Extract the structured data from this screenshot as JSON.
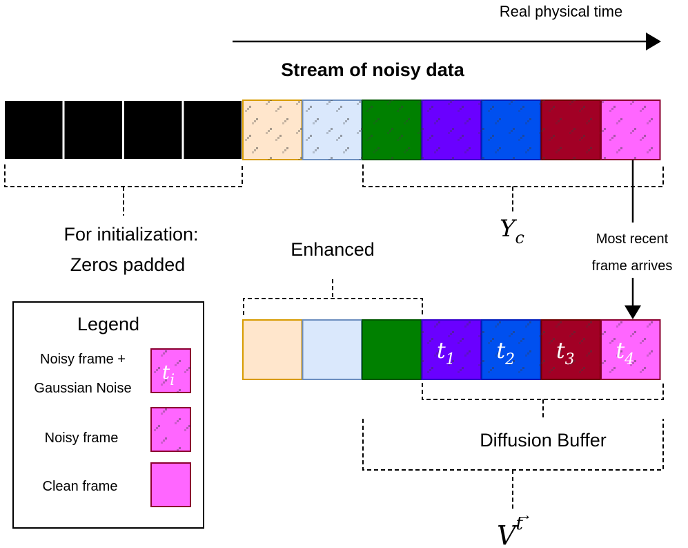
{
  "time_axis": {
    "label": "Real physical time"
  },
  "stream": {
    "title": "Stream of noisy data",
    "frames": [
      {
        "kind": "zero",
        "fill": "#000000",
        "stroke": "#000000"
      },
      {
        "kind": "zero",
        "fill": "#000000",
        "stroke": "#000000"
      },
      {
        "kind": "zero",
        "fill": "#000000",
        "stroke": "#000000"
      },
      {
        "kind": "zero",
        "fill": "#000000",
        "stroke": "#000000"
      },
      {
        "kind": "noisy",
        "fill": "#ffe6cc",
        "stroke": "#d79b00"
      },
      {
        "kind": "noisy",
        "fill": "#dae8fc",
        "stroke": "#6c8ebf"
      },
      {
        "kind": "noisy",
        "fill": "#008000",
        "stroke": "#005700"
      },
      {
        "kind": "noisy",
        "fill": "#6a00ff",
        "stroke": "#3700cc"
      },
      {
        "kind": "noisy",
        "fill": "#0050ef",
        "stroke": "#001dbc"
      },
      {
        "kind": "noisy",
        "fill": "#a20025",
        "stroke": "#6f0000"
      },
      {
        "kind": "noisy",
        "fill": "#ff66ff",
        "stroke": "#8b0030"
      }
    ]
  },
  "labels": {
    "init_line1": "For initialization:",
    "init_line2": "Zeros padded",
    "yc_main": "Y",
    "yc_sub": "c",
    "most_recent_line1": "Most recent",
    "most_recent_line2": "frame arrives",
    "enhanced": "Enhanced",
    "diffusion_buffer": "Diffusion Buffer",
    "v_main": "V",
    "v_sup": "t",
    "v_arrow": "→"
  },
  "buffer": {
    "frames": [
      {
        "kind": "clean",
        "fill": "#ffe6cc",
        "stroke": "#d79b00",
        "t": "",
        "sub": ""
      },
      {
        "kind": "clean",
        "fill": "#dae8fc",
        "stroke": "#6c8ebf",
        "t": "",
        "sub": ""
      },
      {
        "kind": "clean",
        "fill": "#008000",
        "stroke": "#005700",
        "t": "",
        "sub": ""
      },
      {
        "kind": "gauss",
        "fill": "#6a00ff",
        "stroke": "#3700cc",
        "t": "t",
        "sub": "1"
      },
      {
        "kind": "gauss",
        "fill": "#0050ef",
        "stroke": "#001dbc",
        "t": "t",
        "sub": "2"
      },
      {
        "kind": "gauss",
        "fill": "#a20025",
        "stroke": "#6f0000",
        "t": "t",
        "sub": "3"
      },
      {
        "kind": "gauss",
        "fill": "#ff66ff",
        "stroke": "#8b0030",
        "t": "t",
        "sub": "4"
      }
    ]
  },
  "legend": {
    "title": "Legend",
    "gauss_line1": "Noisy frame +",
    "gauss_line2": "Gaussian Noise",
    "gauss_t": "t",
    "gauss_sub": "i",
    "noisy_label": "Noisy frame",
    "clean_label": "Clean frame",
    "swatch_fill": "#ff66ff",
    "swatch_stroke": "#8b0030"
  }
}
